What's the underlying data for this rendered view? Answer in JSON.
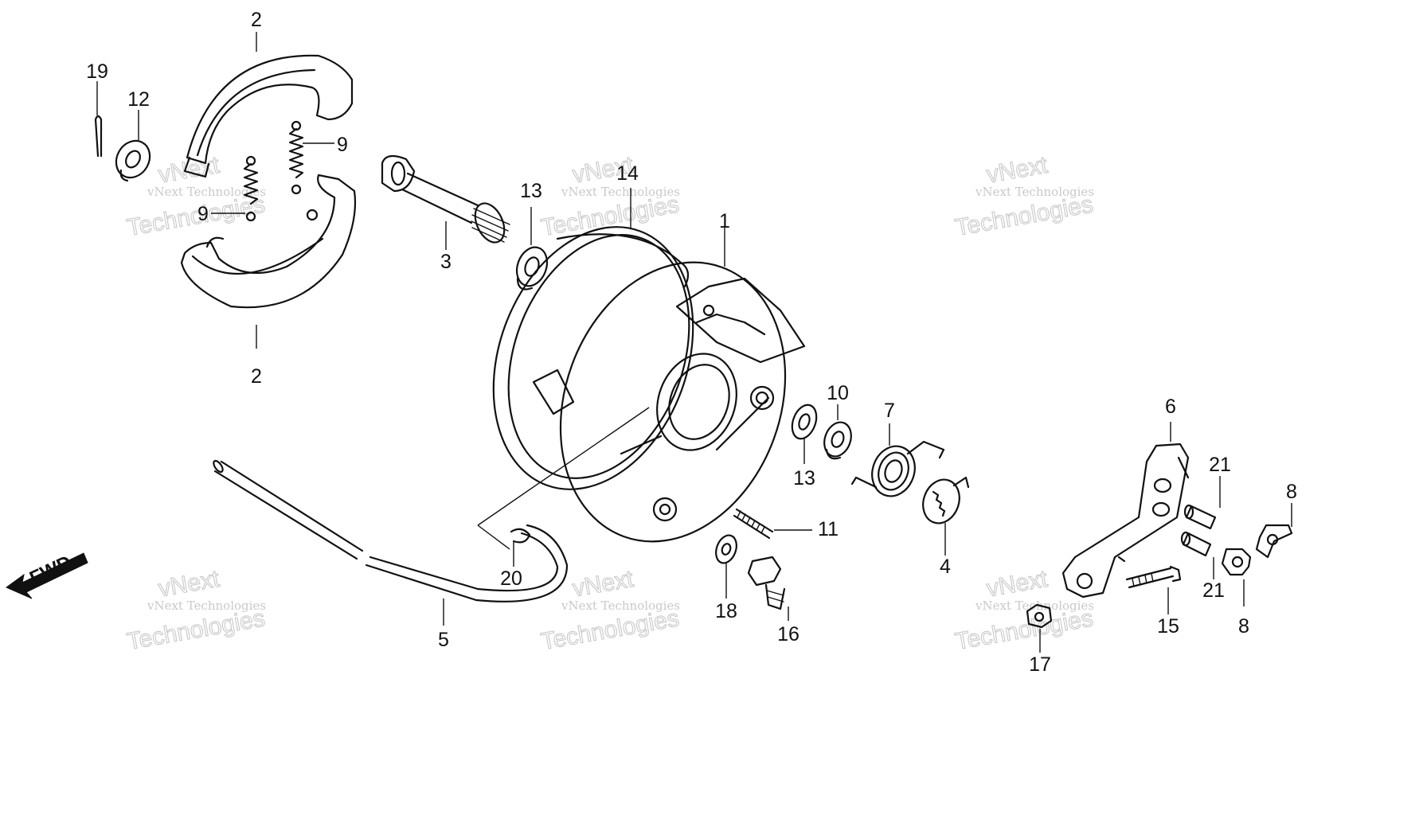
{
  "diagram": {
    "callouts": [
      "2",
      "19",
      "12",
      "9",
      "9",
      "3",
      "13",
      "14",
      "1",
      "2",
      "10",
      "7",
      "13",
      "6",
      "21",
      "8",
      "11",
      "4",
      "21",
      "8",
      "20",
      "18",
      "16",
      "15",
      "5",
      "17"
    ],
    "fwd_label": "FWD",
    "watermark": {
      "line1": "vNext Technologies",
      "line2": "Technologies",
      "top": "vNext"
    }
  }
}
